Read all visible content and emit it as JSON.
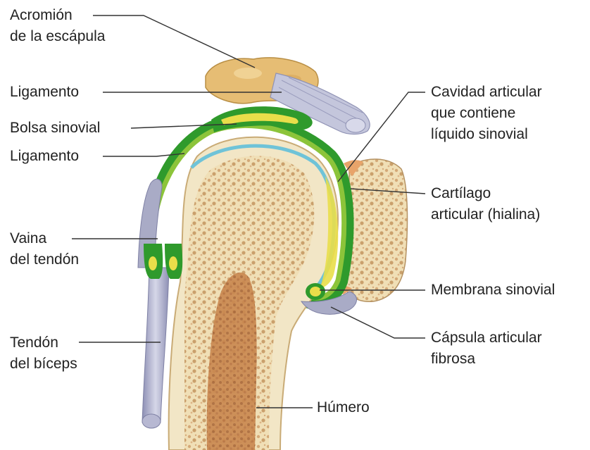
{
  "labels": {
    "acromion": [
      "Acromión",
      "de la escápula"
    ],
    "ligamento_top": [
      "Ligamento"
    ],
    "bolsa_sinovial": [
      "Bolsa sinovial"
    ],
    "ligamento_mid": [
      "Ligamento"
    ],
    "vaina": [
      "Vaina",
      "del tendón"
    ],
    "tendon_biceps": [
      "Tendón",
      "del bíceps"
    ],
    "cavidad": [
      "Cavidad articular",
      "que contiene",
      "líquido sinovial"
    ],
    "cartilago": [
      "Cartílago",
      "articular (hialina)"
    ],
    "membrana": [
      "Membrana sinovial"
    ],
    "capsula": [
      "Cápsula articular",
      "fibrosa"
    ],
    "humero": [
      "Húmero"
    ]
  },
  "colors": {
    "bone": "#f2e6c6",
    "spongy_bone": "#d3a873",
    "marrow": "#c07d46",
    "acromion": "#e8c07a",
    "ligament": "#b9bcd2",
    "tendon": "#a9a9c8",
    "capsule_green": "#2e9a2b",
    "synovial_green": "#8cc43a",
    "bursa_yellow": "#e9de4a",
    "cartilage_blue": "#6fc3d8",
    "glenoid_orange": "#e8a46a",
    "leader_line": "#333333"
  }
}
